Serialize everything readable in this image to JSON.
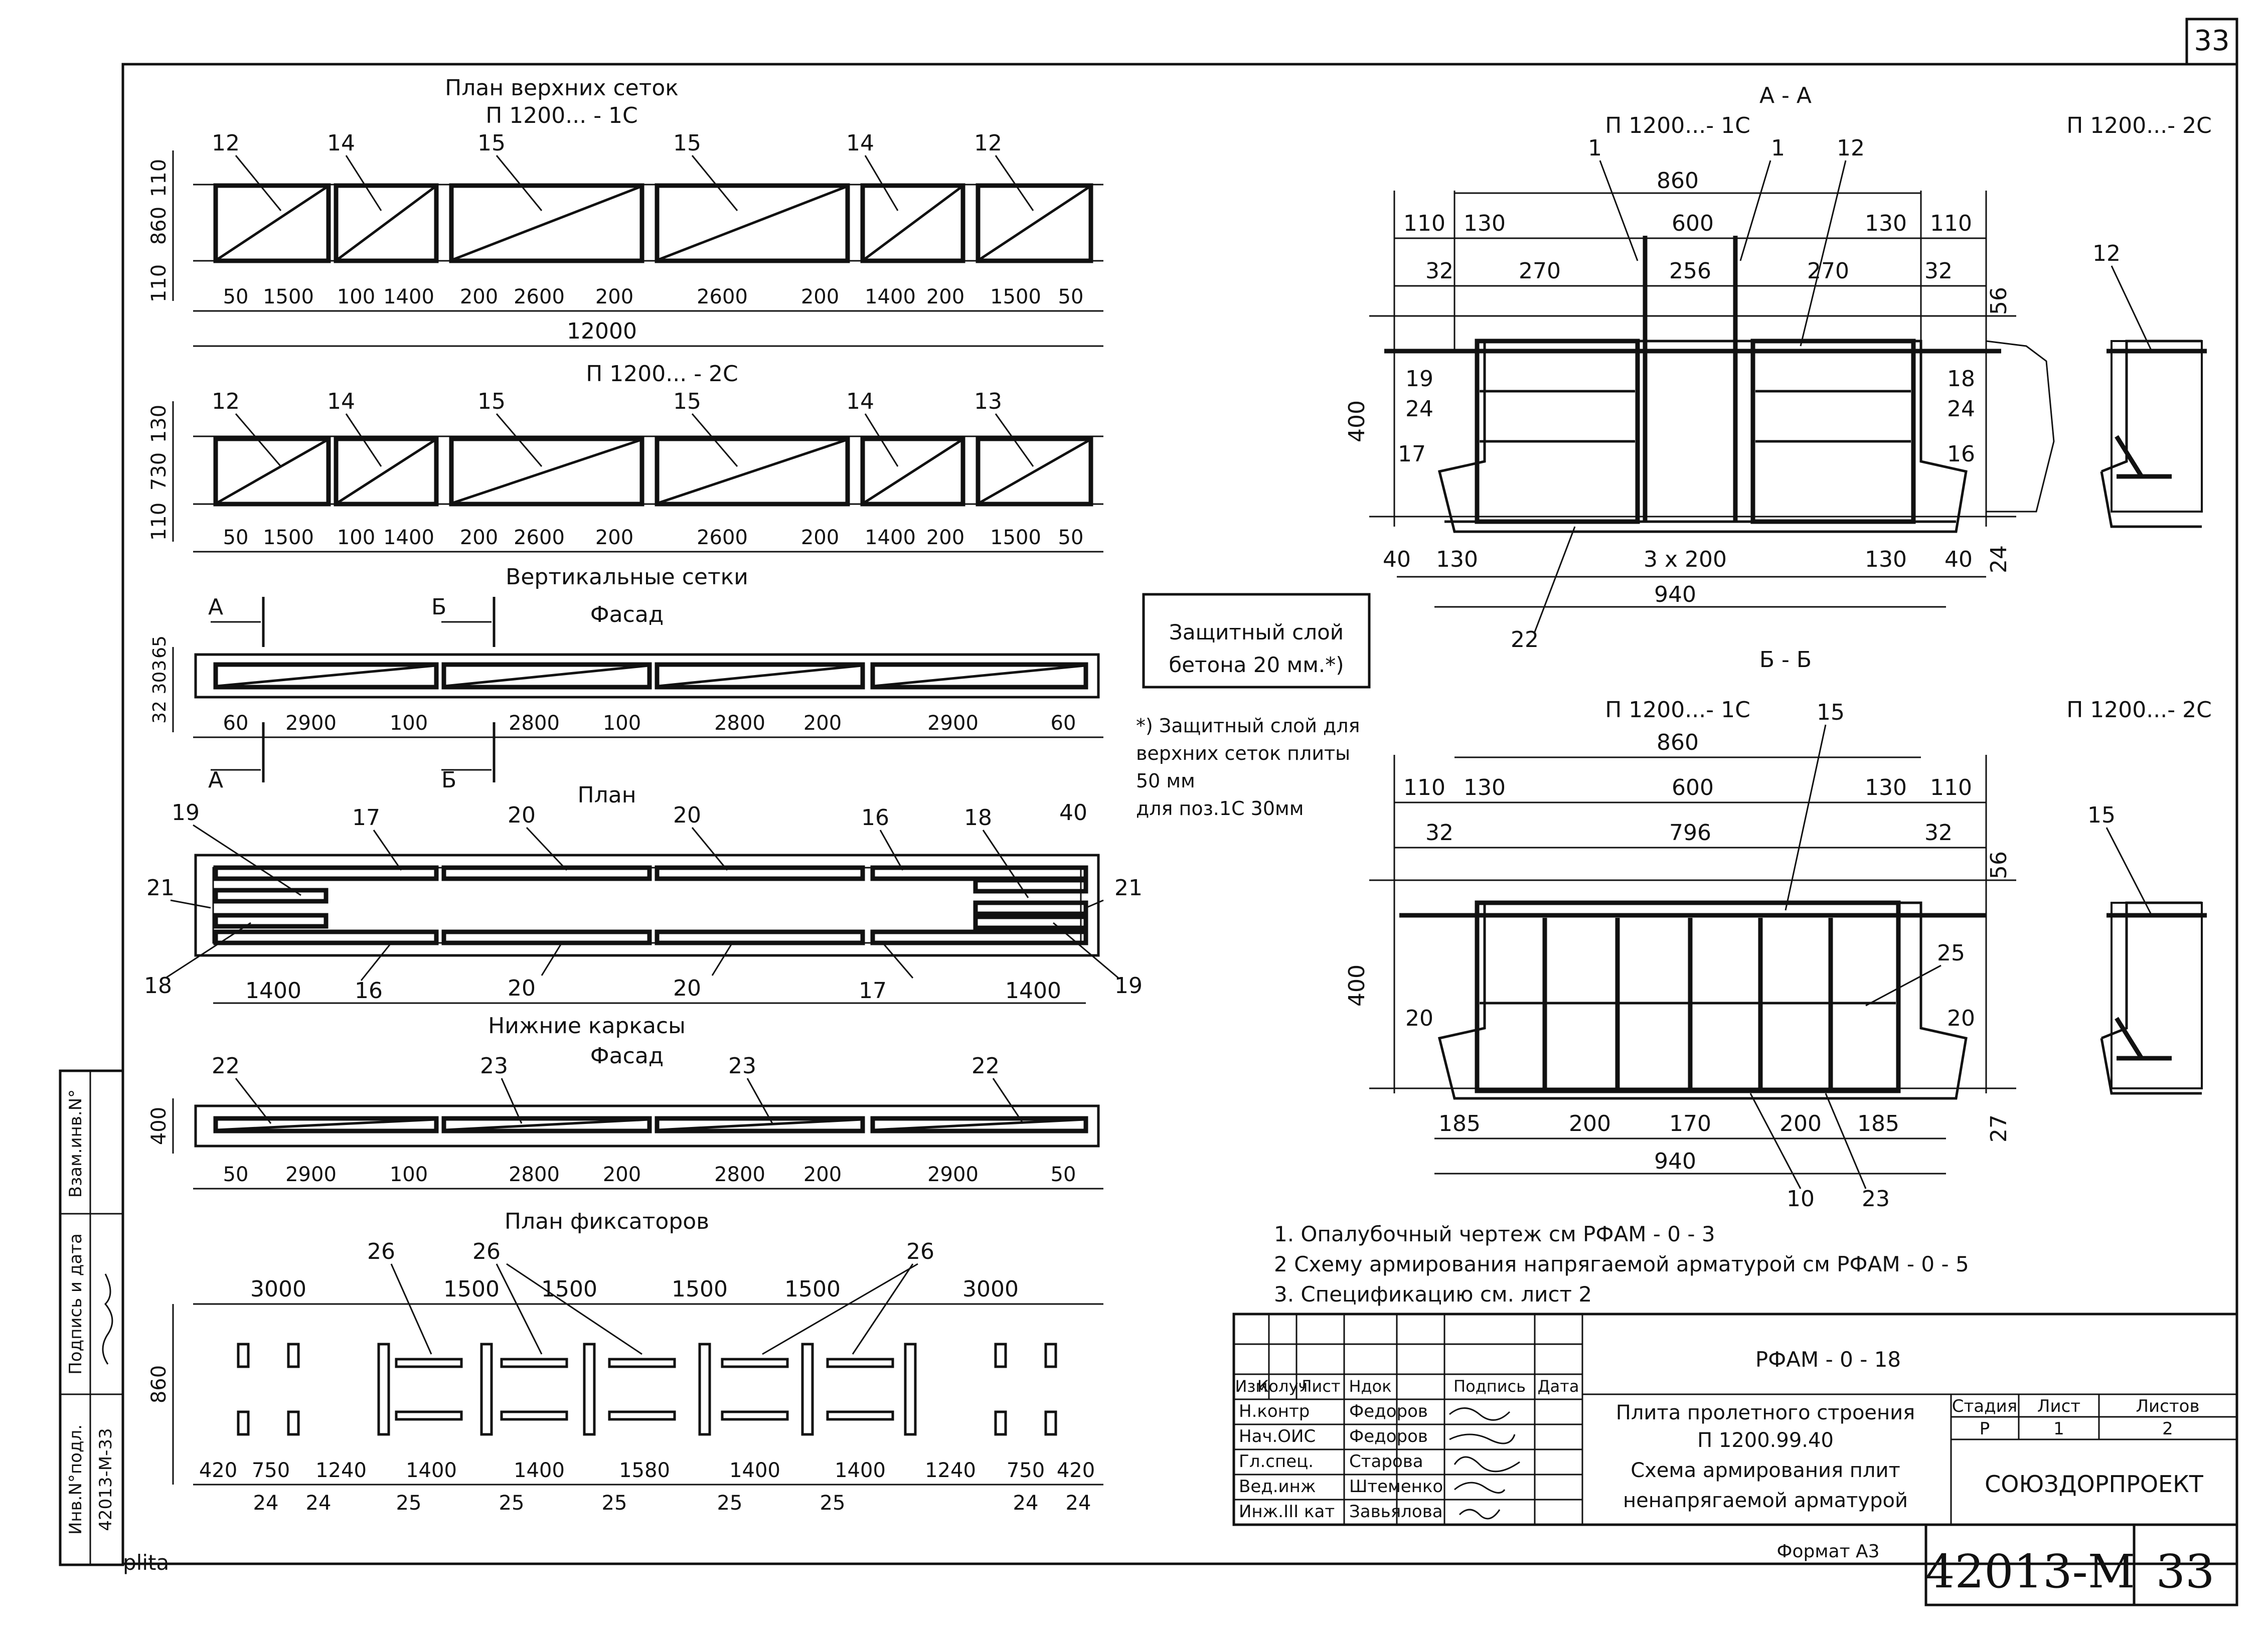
{
  "sheet": {
    "corner_number": "33",
    "filename": "plita",
    "format": "Формат А3",
    "doc_code": "42013-М",
    "sheet_no": "33"
  },
  "views": {
    "upper_plan_title": "План верхних сеток",
    "upper_1c": "П 1200... - 1С",
    "upper_2c": "П 1200... - 2С",
    "vertical_title": "Вертикальные сетки",
    "facade": "Фасад",
    "plan": "План",
    "lower_title": "Нижние каркасы",
    "fixators_title": "План фиксаторов",
    "section_aa": "А - А",
    "section_bb": "Б - Б",
    "sec_1c": "П 1200...- 1С",
    "sec_2c": "П 1200...- 2С",
    "cut_a": "А",
    "cut_b": "Б"
  },
  "upper_1c": {
    "labels": [
      "12",
      "14",
      "15",
      "15",
      "14",
      "12"
    ],
    "dims": [
      "50",
      "1500",
      "100",
      "1400",
      "200",
      "2600",
      "200",
      "2600",
      "200",
      "1400",
      "200",
      "1500",
      "50"
    ],
    "total": "12000",
    "vdims": [
      "110",
      "860",
      "110"
    ]
  },
  "upper_2c": {
    "labels": [
      "12",
      "14",
      "15",
      "15",
      "14",
      "13"
    ],
    "dims": [
      "50",
      "1500",
      "100",
      "1400",
      "200",
      "2600",
      "200",
      "2600",
      "200",
      "1400",
      "200",
      "1500",
      "50"
    ],
    "vdims": [
      "130",
      "730",
      "110"
    ]
  },
  "vertical": {
    "dims": [
      "60",
      "2900",
      "100",
      "2800",
      "100",
      "2800",
      "200",
      "2900",
      "60"
    ],
    "vdims": [
      "65",
      "303",
      "32"
    ]
  },
  "plan_marks": {
    "top": [
      "19",
      "17",
      "20",
      "20",
      "16",
      "18",
      "40"
    ],
    "side": [
      "21",
      "21"
    ],
    "bottom": [
      "18",
      "1400",
      "16",
      "20",
      "20",
      "17",
      "1400",
      "19"
    ]
  },
  "lower": {
    "labels": [
      "22",
      "23",
      "23",
      "22"
    ],
    "dims": [
      "50",
      "2900",
      "100",
      "2800",
      "200",
      "2800",
      "200",
      "2900",
      "50"
    ],
    "vdim": "400"
  },
  "fixators": {
    "top_dims": [
      "3000",
      "1500",
      "1500",
      "1500",
      "1500",
      "3000"
    ],
    "labels": [
      "26",
      "26",
      "26"
    ],
    "bottom_dims": [
      "420",
      "750",
      "1240",
      "1400",
      "1400",
      "1580",
      "1400",
      "1400",
      "1240",
      "750",
      "420"
    ],
    "sub_labels": [
      "24",
      "24",
      "25",
      "25",
      "25",
      "25",
      "25",
      "24",
      "24"
    ],
    "vdim": "860"
  },
  "section_aa": {
    "top": [
      "860",
      "110",
      "130",
      "600",
      "130",
      "110",
      "32",
      "270",
      "256",
      "270",
      "32"
    ],
    "marks": [
      "1",
      "1",
      "12",
      "19",
      "24",
      "17",
      "18",
      "24",
      "16",
      "22",
      "12"
    ],
    "side": [
      "400",
      "56",
      "24"
    ],
    "bottom": [
      "40",
      "130",
      "3 x 200",
      "130",
      "40",
      "940"
    ]
  },
  "section_bb": {
    "top": [
      "860",
      "110",
      "130",
      "600",
      "130",
      "110",
      "32",
      "796",
      "32"
    ],
    "marks": [
      "15",
      "25",
      "20",
      "20",
      "10",
      "23",
      "15"
    ],
    "side": [
      "400",
      "56",
      "27"
    ],
    "bottom": [
      "185",
      "200",
      "170",
      "200",
      "185",
      "940"
    ]
  },
  "protect": {
    "box_line1": "Защитный слой",
    "box_line2": "бетона 20 мм.*)",
    "note1": "*) Защитный слой для",
    "note2": "верхних сеток плиты",
    "note3": "50 мм",
    "note4": "для поз.1С 30мм"
  },
  "notes": [
    "1.  Опалубочный чертеж см РФАМ - 0 - 3",
    "2   Схему армирования напрягаемой арматурой см  РФАМ - 0 - 5",
    "3.  Спецификацию см. лист 2"
  ],
  "stamp": {
    "code": "РФАМ - 0 - 18",
    "headers": [
      "Изм",
      "Колуч",
      "Лист",
      "Ндок",
      "Подпись",
      "Дата"
    ],
    "roles": [
      "Н.контр",
      "Нач.ОИС",
      "Гл.спец.",
      "Вед.инж",
      "Инж.III кат"
    ],
    "names": [
      "Федоров",
      "Федоров",
      "Старова",
      "Штеменко",
      "Завьялова"
    ],
    "title1": "Плита пролетного строения",
    "title2": "П 1200.99.40",
    "title3": "Схема армирования плит",
    "title4": "ненапрягаемой арматурой",
    "stage_h": "Стадия",
    "sheet_h": "Лист",
    "sheets_h": "Листов",
    "stage": "Р",
    "sheet": "1",
    "sheets": "2",
    "org": "СОЮЗДОРПРОЕКТ"
  },
  "sidebar": {
    "inv": "Инв.N°подл.",
    "sign": "Подпись и дата",
    "vzam": "Взам.инв.N°",
    "inv_val": "42013-М-33"
  }
}
